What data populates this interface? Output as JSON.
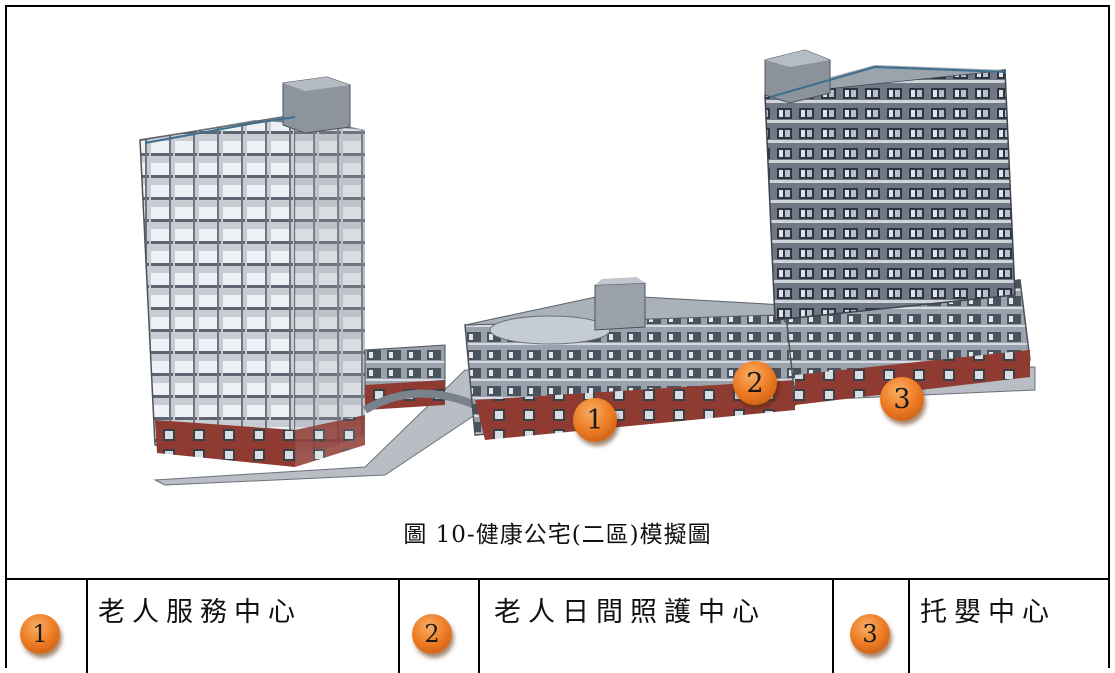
{
  "figure": {
    "caption": "圖 10-健康公宅(二區)模擬圖",
    "markers": [
      {
        "number": "1"
      },
      {
        "number": "2"
      },
      {
        "number": "3"
      }
    ]
  },
  "legend": [
    {
      "number": "1",
      "label": "老人服務中心"
    },
    {
      "number": "2",
      "label": "老人日間照護中心"
    },
    {
      "number": "3",
      "label": "托嬰中心"
    }
  ],
  "colors": {
    "marker_orange": "#ee7c24",
    "brick_red": "#8f3b32",
    "glass_gray": "#7e8a99",
    "border": "#000000"
  }
}
